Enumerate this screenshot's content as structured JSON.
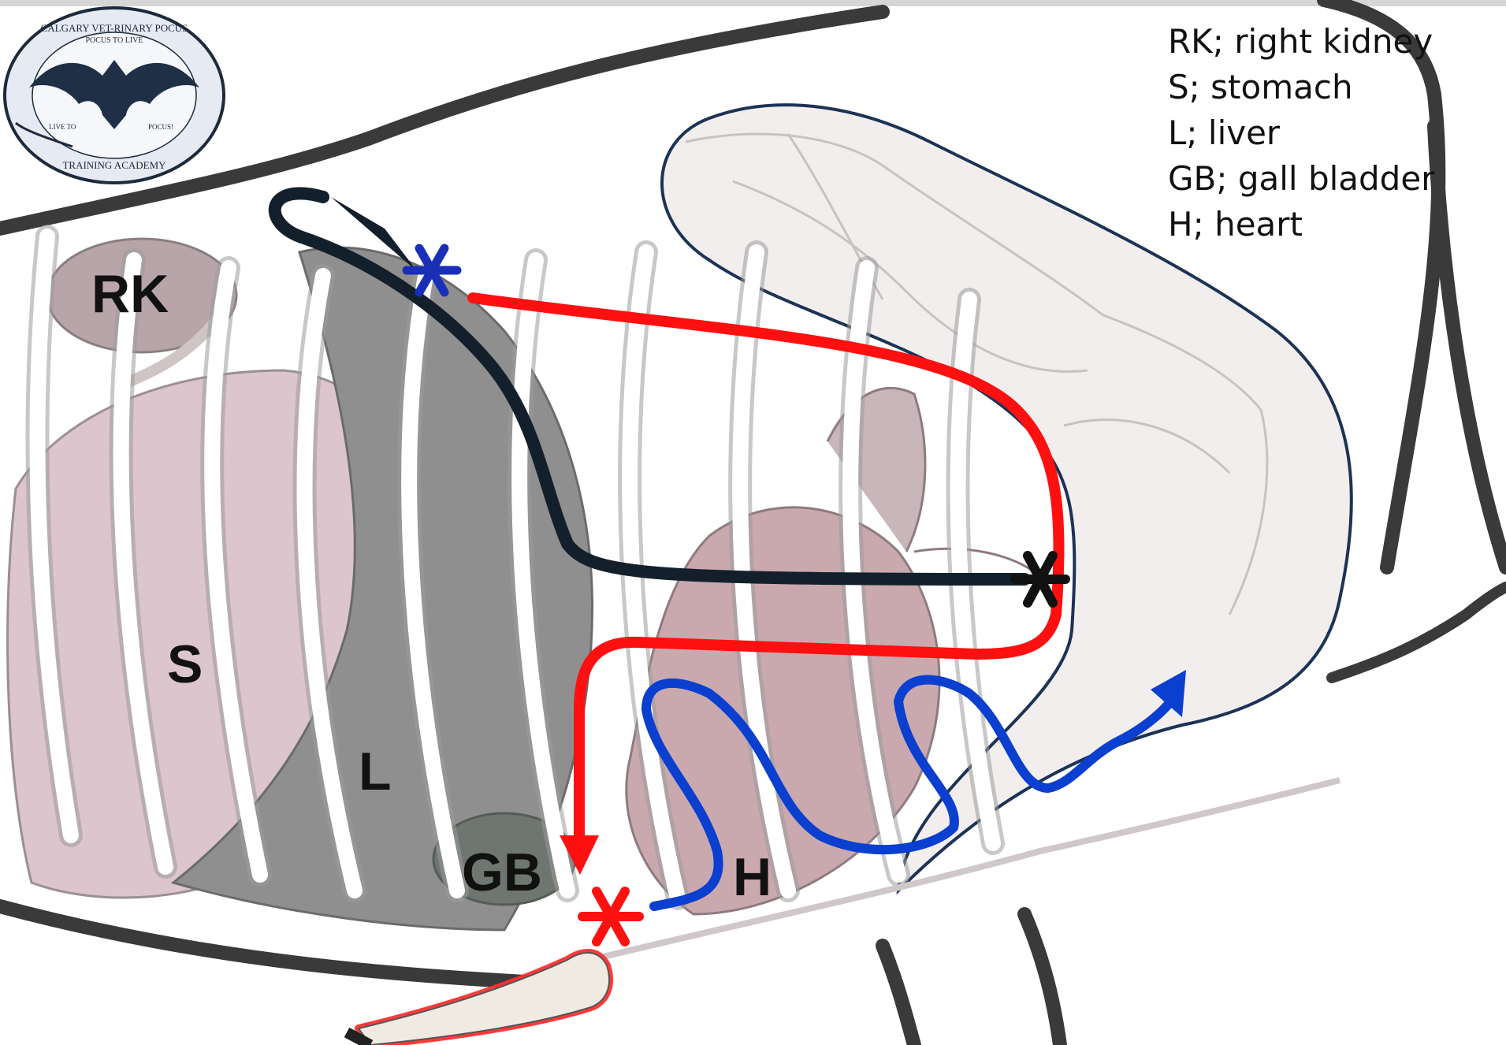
{
  "legend": [
    {
      "abbr": "RK",
      "text": "RK; right kidney"
    },
    {
      "abbr": "S",
      "text": "S; stomach"
    },
    {
      "abbr": "L",
      "text": "L; liver"
    },
    {
      "abbr": "GB",
      "text": "GB; gall bladder"
    },
    {
      "abbr": "H",
      "text": "H; heart"
    }
  ],
  "labels": {
    "rk": "RK",
    "s": "S",
    "l": "L",
    "gb": "GB",
    "h": "H"
  },
  "logo": {
    "top_arc": "CALGARY VET-RINARY POCUS",
    "bottom_arc": "TRAINING ACADEMY",
    "motto_top": "POCUS TO LIVE",
    "motto_left": "LIVE TO",
    "motto_right": "POCUS!"
  },
  "colors": {
    "red_path": "#ff1010",
    "black_path": "#13202c",
    "blue_path": "#0a3fd0",
    "lung_outline": "#1c3355",
    "stomach": "#dcc5cc",
    "liver": "#8c8c8c",
    "heart": "#c9a9ae"
  }
}
